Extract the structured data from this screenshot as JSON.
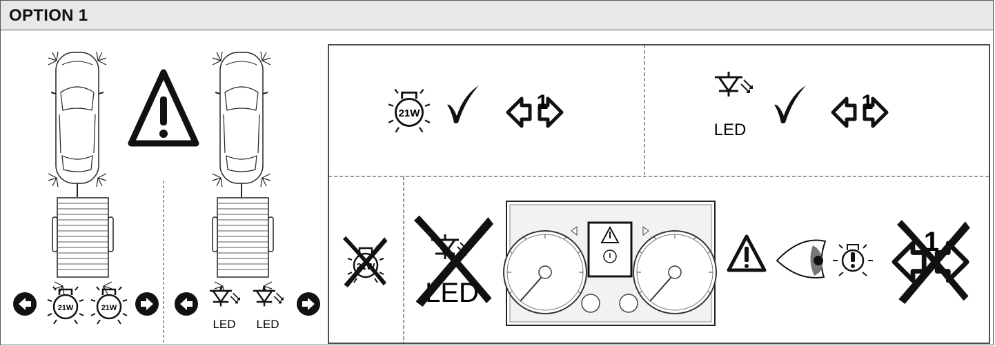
{
  "header": {
    "title": "OPTION 1"
  },
  "labels": {
    "bulb_21w": "21W",
    "led": "LED",
    "turn_flash_digit": "1"
  },
  "icons": [
    "warning-triangle-icon",
    "bulb-21w-icon",
    "led-diode-icon",
    "checkmark-icon",
    "single-flash-turn-indicator-icon",
    "left-arrow-circle-icon",
    "right-arrow-circle-icon",
    "instrument-cluster-icon",
    "eye-icon",
    "bulb-fault-warning-icon",
    "crossed-out-icon"
  ],
  "colors": {
    "line": "#111111",
    "header_bg": "#e8e8e8"
  }
}
